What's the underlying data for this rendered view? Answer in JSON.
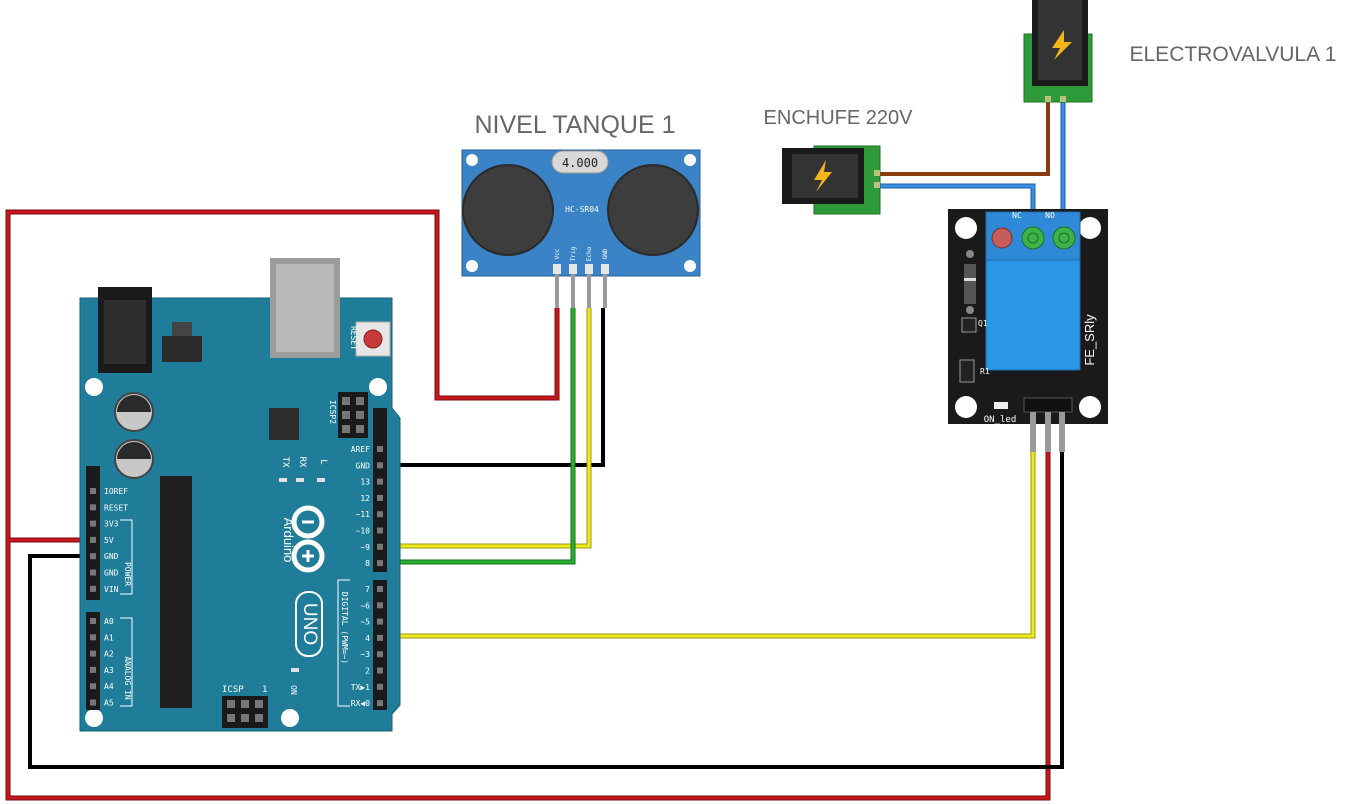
{
  "labels": {
    "sensor_title": "NIVEL TANQUE 1",
    "plug_title": "ENCHUFE 220V",
    "valve_title": "ELECTROVALVULA 1"
  },
  "sensor": {
    "display": "4.000",
    "model": "HC-SR04",
    "pins": [
      "Vcc",
      "Trig",
      "Echo",
      "GND"
    ]
  },
  "relay": {
    "name": "FE_SRly",
    "terminals": [
      "NC",
      "NO"
    ],
    "parts": [
      "Q1",
      "R1",
      "ON_led"
    ]
  },
  "arduino": {
    "brand": "Arduino",
    "model": "UNO",
    "reset_label": "RESET",
    "icsp2_label": "ICSP2",
    "icsp_label": "ICSP",
    "icsp_pin1": "1",
    "on_label": "ON",
    "leds": [
      "TX",
      "RX",
      "L"
    ],
    "power_header": [
      "IOREF",
      "RESET",
      "3V3",
      "5V",
      "GND",
      "GND",
      "VIN"
    ],
    "power_section": "POWER",
    "analog_header": [
      "A0",
      "A1",
      "A2",
      "A3",
      "A4",
      "A5"
    ],
    "analog_section": "ANALOG IN",
    "digital_header_top": [
      "AREF",
      "GND",
      "13",
      "12",
      "~11",
      "~10",
      "~9",
      "8"
    ],
    "digital_header_bottom": [
      "7",
      "~6",
      "~5",
      "4",
      "~3",
      "2",
      "TX▶1",
      "RX◀0"
    ],
    "digital_section": "DIGITAL (PWM=~)"
  },
  "colors": {
    "board": "#1f7d9a",
    "wire_red": "#c8161d",
    "wire_black": "#1a1a1a",
    "wire_yellow": "#eeea1e",
    "wire_green": "#26b031",
    "wire_brown": "#8b3d12",
    "wire_blue": "#2e7fd6",
    "relay_body": "#2a96e8",
    "sensor_body": "#3a83c6"
  }
}
